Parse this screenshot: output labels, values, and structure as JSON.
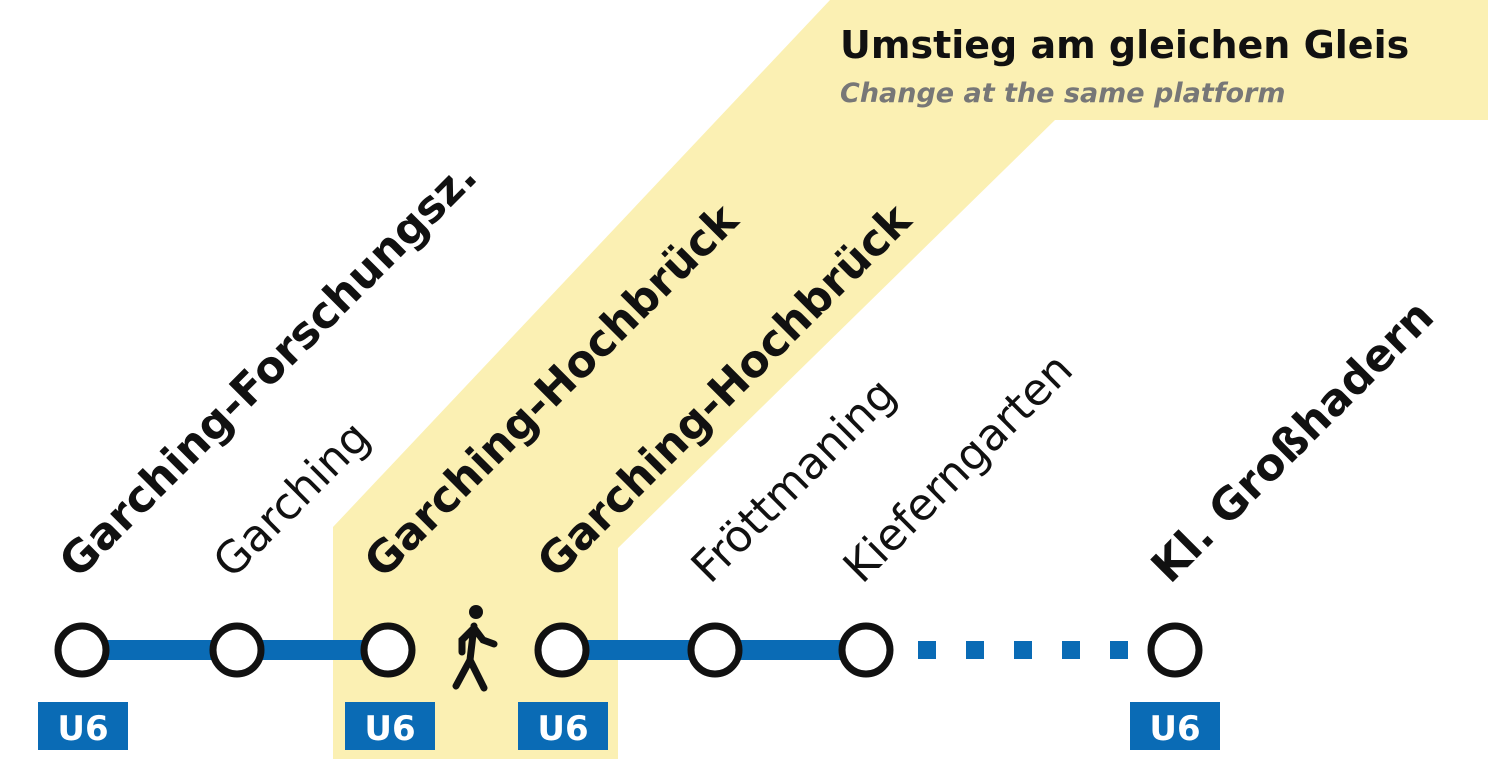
{
  "colors": {
    "line": "#0a6bb5",
    "highlight": "#fbf0b3",
    "text": "#111111",
    "subtitle": "#777777"
  },
  "callout": {
    "title": "Umstieg am gleichen Gleis",
    "subtitle": "Change at the same platform"
  },
  "stations": [
    {
      "name": "Garching-Forschungsz.",
      "bold": true,
      "badge": "U6"
    },
    {
      "name": "Garching",
      "bold": false
    },
    {
      "name": "Garching-Hochbrück",
      "bold": true,
      "badge": "U6"
    },
    {
      "name": "Garching-Hochbrück",
      "bold": true,
      "badge": "U6"
    },
    {
      "name": "Fröttmaning",
      "bold": false
    },
    {
      "name": "Kieferngarten",
      "bold": false
    },
    {
      "name": "Kl. Großhadern",
      "bold": true,
      "badge": "U6"
    }
  ],
  "icons": {
    "transfer": "walking-person-icon"
  }
}
